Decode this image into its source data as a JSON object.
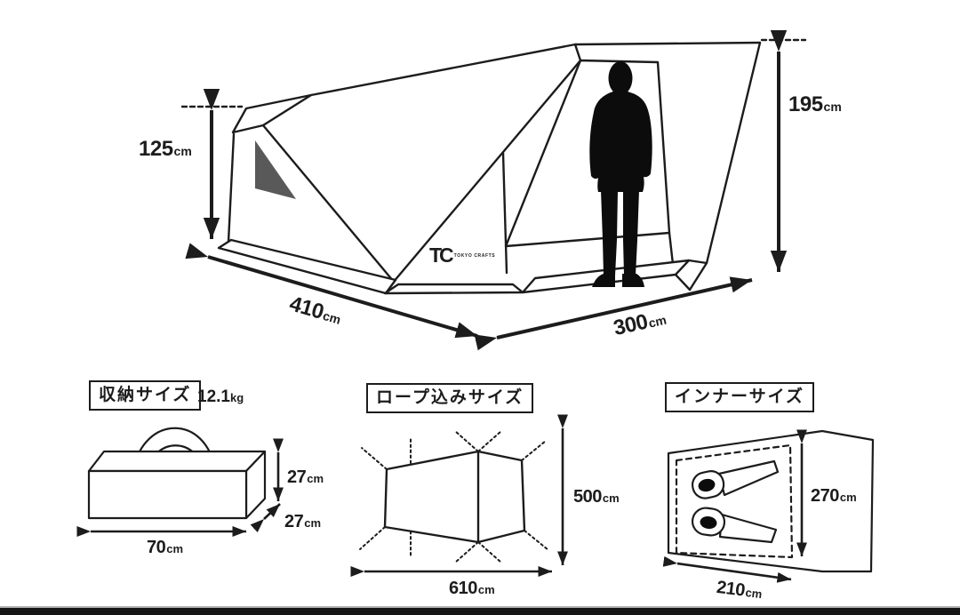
{
  "tent": {
    "height_left": {
      "num": "125",
      "unit": "cm"
    },
    "height_right": {
      "num": "195",
      "unit": "cm"
    },
    "length_side": {
      "num": "410",
      "unit": "cm"
    },
    "width_front": {
      "num": "300",
      "unit": "cm"
    }
  },
  "logo": {
    "mark": "TC",
    "text": "TOKYO CRAFTS"
  },
  "storage": {
    "title": "収納サイズ",
    "weight": {
      "num": "12.1",
      "unit": "kg"
    },
    "height": {
      "num": "27",
      "unit": "cm"
    },
    "depth": {
      "num": "27",
      "unit": "cm"
    },
    "width": {
      "num": "70",
      "unit": "cm"
    }
  },
  "rope": {
    "title": "ロープ込みサイズ",
    "height": {
      "num": "500",
      "unit": "cm"
    },
    "width": {
      "num": "610",
      "unit": "cm"
    }
  },
  "inner": {
    "title": "インナーサイズ",
    "depth": {
      "num": "270",
      "unit": "cm"
    },
    "width": {
      "num": "210",
      "unit": "cm"
    }
  },
  "colors": {
    "line": "#1c1c1c",
    "window_shade": "#595959",
    "background": "#ffffff",
    "bottom_bar": "#161616"
  }
}
